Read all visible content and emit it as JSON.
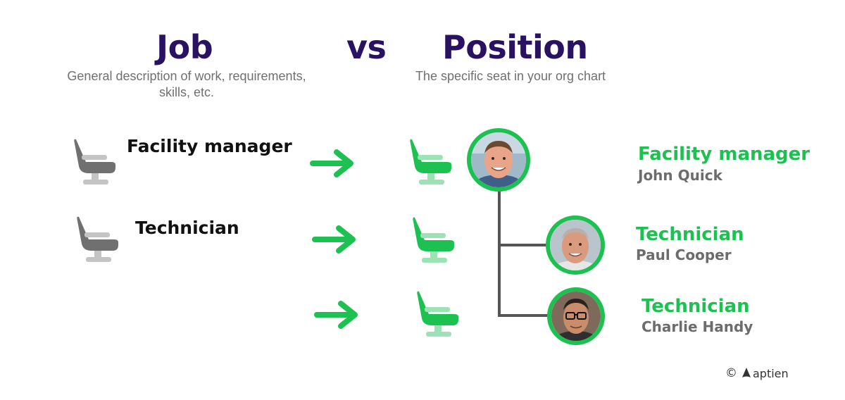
{
  "header": {
    "job_title": "Job",
    "vs_label": "vs",
    "position_title": "Position",
    "job_subtitle_line1": "General description of work, requirements,",
    "job_subtitle_line2": "skills, etc.",
    "position_subtitle": "The specific seat in your org chart"
  },
  "jobs": [
    {
      "name": "Facility manager"
    },
    {
      "name": "Technician"
    }
  ],
  "positions": [
    {
      "title": "Facility manager",
      "person": "John Quick"
    },
    {
      "title": "Technician",
      "person": "Paul Cooper"
    },
    {
      "title": "Technician",
      "person": "Charlie Handy"
    }
  ],
  "footer": {
    "copyright_symbol": "©",
    "brand": "aptien"
  },
  "colors": {
    "heading": "#2a1263",
    "accent_green": "#1cc151",
    "light_green": "#9be3b4",
    "chair_gray": "#707070",
    "chair_light_gray": "#c4c4c4",
    "text_gray": "#6c6c6c",
    "connector": "#555555"
  },
  "icons": [
    "chair-icon",
    "arrow-right-icon",
    "avatar",
    "copyright-icon",
    "aptien-logo-icon"
  ]
}
